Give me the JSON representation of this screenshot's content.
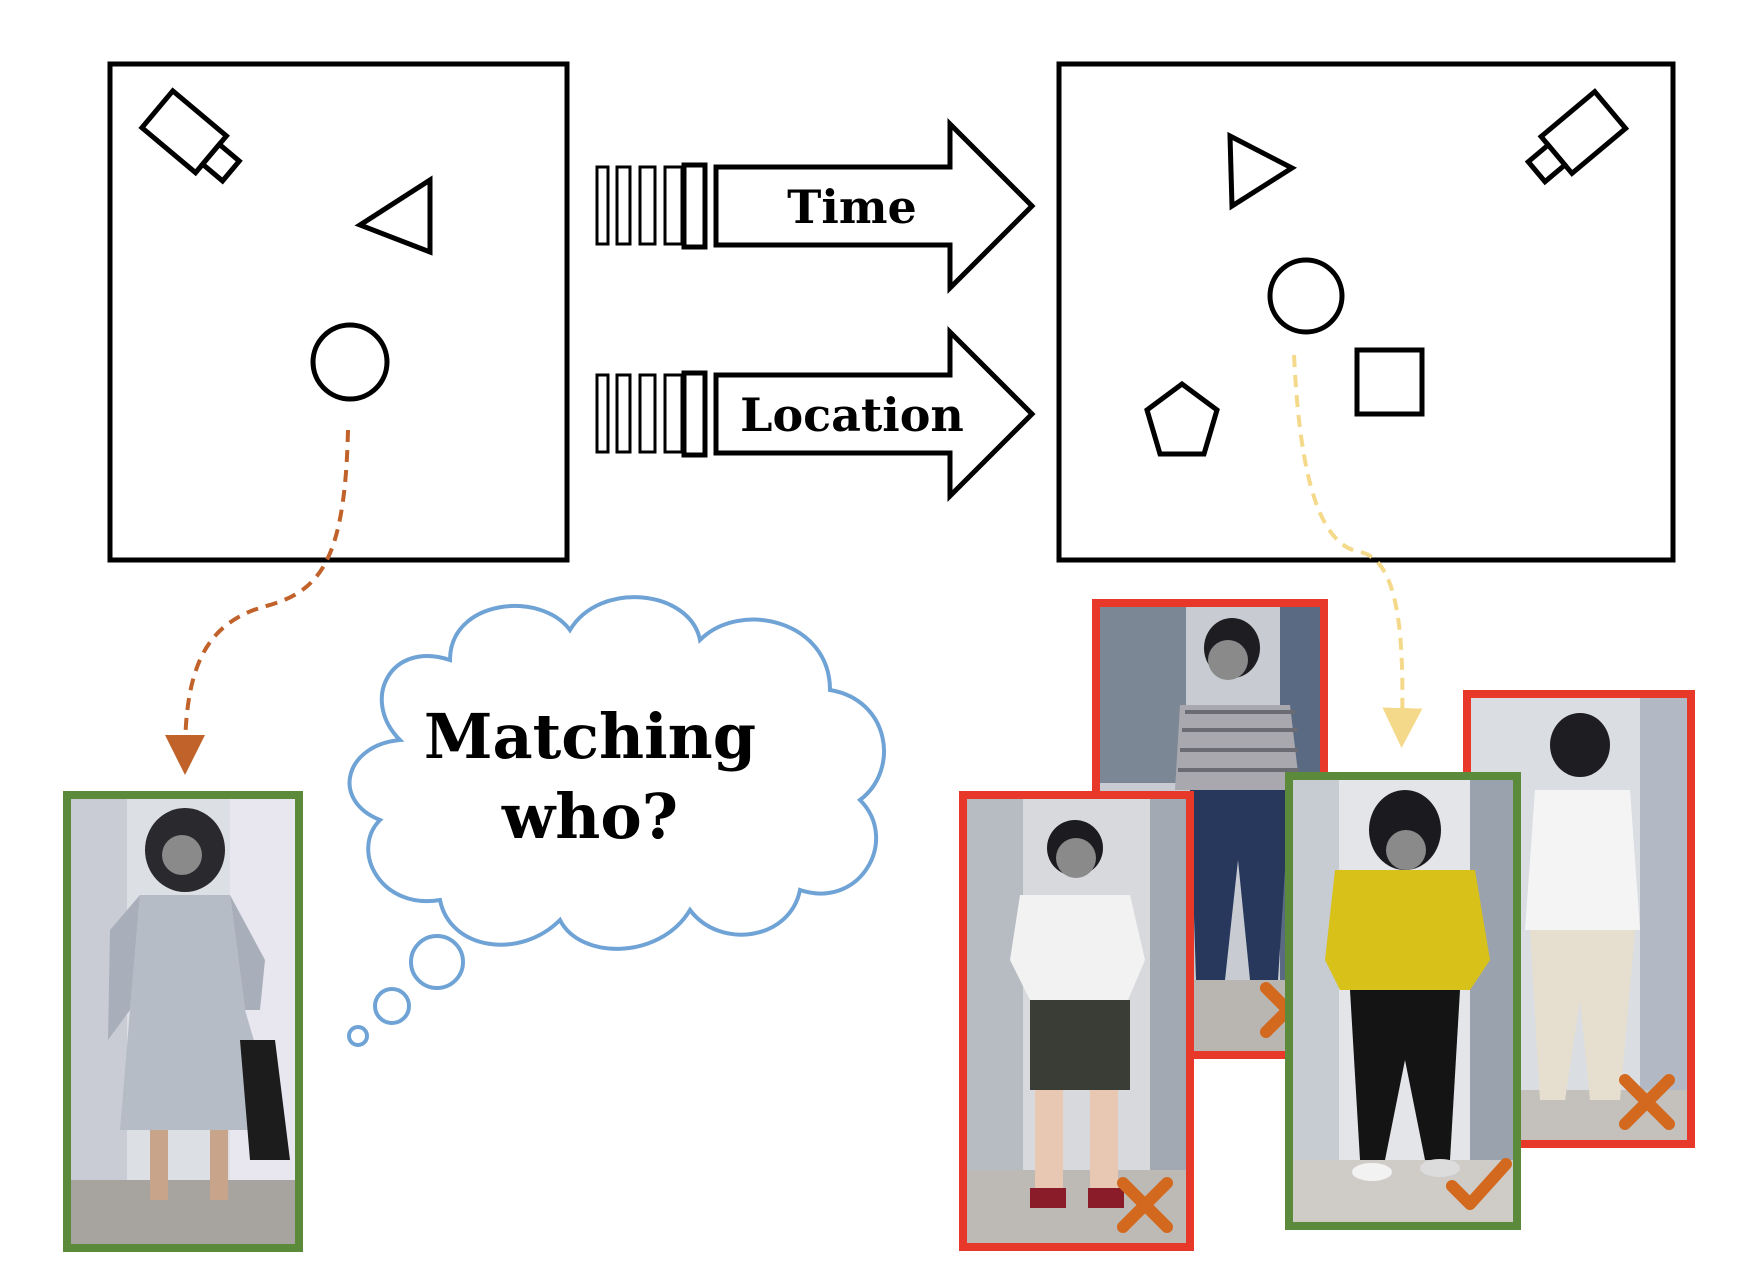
{
  "labels": {
    "time": "Time",
    "location": "Location",
    "thought_line1": "Matching",
    "thought_line2": "who?"
  },
  "colors": {
    "match_frame": "#5b8a3a",
    "nonmatch_frame": "#e8382a",
    "cross_mark": "#d2691e",
    "check_mark": "#d2691e",
    "query_path": "#c0622a",
    "gallery_path": "#f5d98a",
    "cloud": "#6fa3d6"
  },
  "icons": {
    "camera": "camera-icon",
    "cross": "cross-icon",
    "check": "check-icon"
  },
  "gallery": [
    {
      "person": "woman in striped top and jeans",
      "match": false
    },
    {
      "person": "man in white t-shirt and dark shorts",
      "match": false
    },
    {
      "person": "woman in yellow sweater",
      "match": true
    },
    {
      "person": "man in white shirt, back view",
      "match": false
    }
  ]
}
